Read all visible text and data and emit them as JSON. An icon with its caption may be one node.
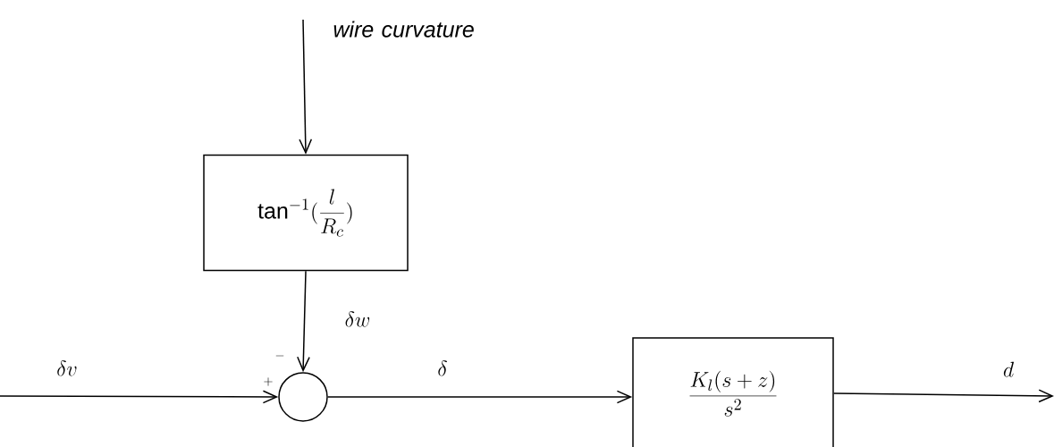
{
  "diagram": {
    "nodes": [
      {
        "text": [
          "\\tan^{-1}(\\frac{l}{R_c})"
        ]
      },
      {
        "text": [],
        "shape": "circle"
      },
      {
        "text": [
          "\\frac{K_l(s+z)}{s^2}"
        ]
      }
    ],
    "edges": [
      {
        "from": null,
        "to": 0,
        "arrow": "to",
        "label": "wire curvature"
      },
      {
        "from": 0,
        "to": 1,
        "arrow": "to",
        "label": "\\delta w"
      },
      {
        "from": null,
        "to": 1,
        "arrow": "to",
        "label": "\\delta v"
      },
      {
        "from": 1,
        "to": 2,
        "arrow": "to",
        "label": "\\delta"
      },
      {
        "from": 2,
        "to": null,
        "arrow": "to",
        "label": "d"
      }
    ],
    "labels": [
      "-",
      "+"
    ]
  }
}
